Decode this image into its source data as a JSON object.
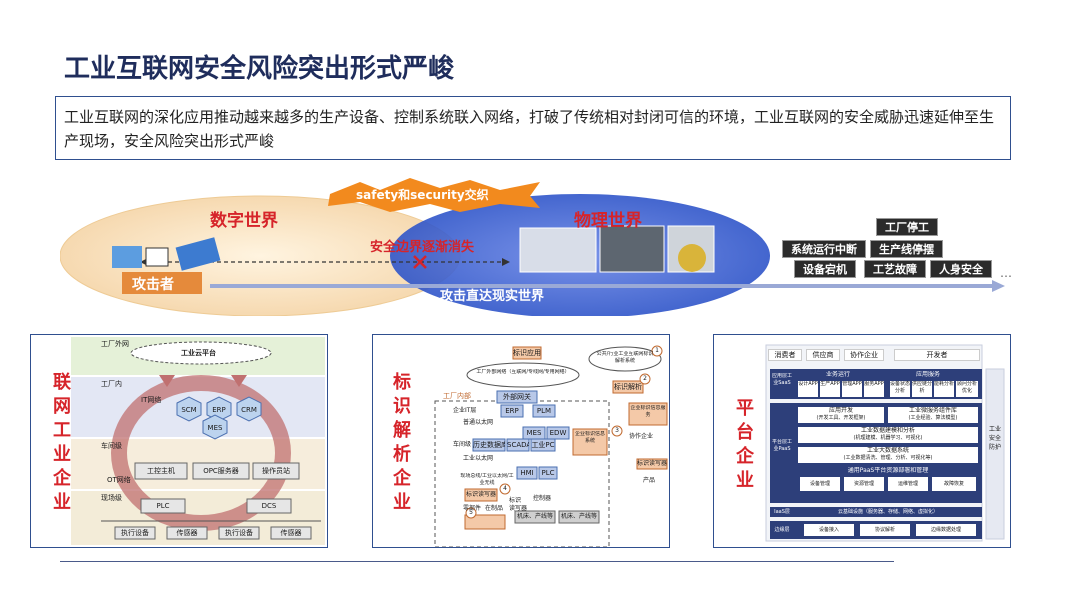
{
  "title": "工业互联网安全风险突出形式严峻",
  "intro": "工业互联网的深化应用推动越来越多的生产设备、控制系统联入网络，打破了传统相对封闭可信的环境，工业互联网的安全威胁迅速延伸至生产现场，安全风险突出形式严峻",
  "banner": {
    "safety": "safety和security交织",
    "digital": "数字世界",
    "physical": "物理世界",
    "boundary": "安全边界逐渐消失",
    "attacker": "攻击者",
    "reach": "攻击直达现实世界",
    "consequences": [
      "工厂停工",
      "系统运行中断",
      "生产线停摆",
      "设备宕机",
      "工艺故障",
      "人身安全"
    ]
  },
  "panels": {
    "p1": {
      "label": [
        "联",
        "网",
        "工",
        "业",
        "企",
        "业"
      ],
      "layers": [
        "工厂外网",
        "工厂内",
        "车间级",
        "现场级"
      ],
      "cloud": "工业云平台",
      "it": "IT网络",
      "ot": "OT网络",
      "nodes": [
        "SCM",
        "ERP",
        "CRM",
        "MES",
        "工控主机",
        "OPC服务器",
        "操作员站",
        "PLC",
        "DCS"
      ],
      "devices": [
        "执行设备",
        "传感器",
        "执行设备",
        "传感器"
      ]
    },
    "p2": {
      "label": [
        "标",
        "识",
        "解",
        "析",
        "企",
        "业"
      ],
      "top": [
        "标识应用",
        "公共/行业工业互联网标识解析系统"
      ],
      "net": "工厂外部网络（互联网/专线网/专用网络）",
      "inner": "工厂内部",
      "gateway": "外部网关",
      "nodes": [
        "ERP",
        "PLM",
        "MES",
        "EDW",
        "历史数据库",
        "SCADA",
        "工业PC",
        "HMI",
        "PLC"
      ],
      "nets": [
        "企业IT层",
        "普通以太网",
        "车间级",
        "工业以太网",
        "现场总线/工业以太网/工业无线"
      ],
      "right": [
        "标识解析",
        "企业标识信息系统",
        "企业标识信息服务",
        "协作企业",
        "标识读写器",
        "产品"
      ],
      "field": [
        "标识读写器",
        "零部件",
        "在制品",
        "标识",
        "读写器",
        "机床、产线等",
        "机床、产线等",
        "控制器"
      ],
      "markers": [
        "1",
        "2",
        "3",
        "4",
        "5"
      ]
    },
    "p3": {
      "label": [
        "平",
        "台",
        "企",
        "业"
      ],
      "top": [
        "消费者",
        "供应商",
        "协作企业",
        "开发者"
      ],
      "saas": "应用层工业SaaS",
      "saas_groups": [
        "业务运行",
        "应用服务"
      ],
      "apps": [
        "设计APP",
        "生产APP",
        "管理APP",
        "服务APP",
        "设备状态分析",
        "供应链分析",
        "能耗分析",
        "顾问分析优化"
      ],
      "paas": "平台层工业PaaS",
      "dev": [
        "应用开发",
        "工业微服务组件库"
      ],
      "dev_sub": [
        "(开发工具、开发框架)",
        "(工业经验、算法模型)"
      ],
      "analysis": "工业数据建模和分析",
      "analysis_sub": "(机理建模、机器学习、可视化)",
      "bigdata": "工业大数据系统",
      "bigdata_sub": "(工业数据清洗、管理、分析、可视化等)",
      "resource": "通用PaaS平台资源部署和管理",
      "resource_items": [
        "设备管理",
        "资源管理",
        "运维管理",
        "故障恢复"
      ],
      "iaas": "IaaS层",
      "iaas_text": "云基础设施（服务器、存储、网络、虚拟化）",
      "edge": "边缘层",
      "edge_items": [
        "设备接入",
        "协议解析",
        "边缘数据处理"
      ],
      "side": "工业安全防护"
    }
  }
}
